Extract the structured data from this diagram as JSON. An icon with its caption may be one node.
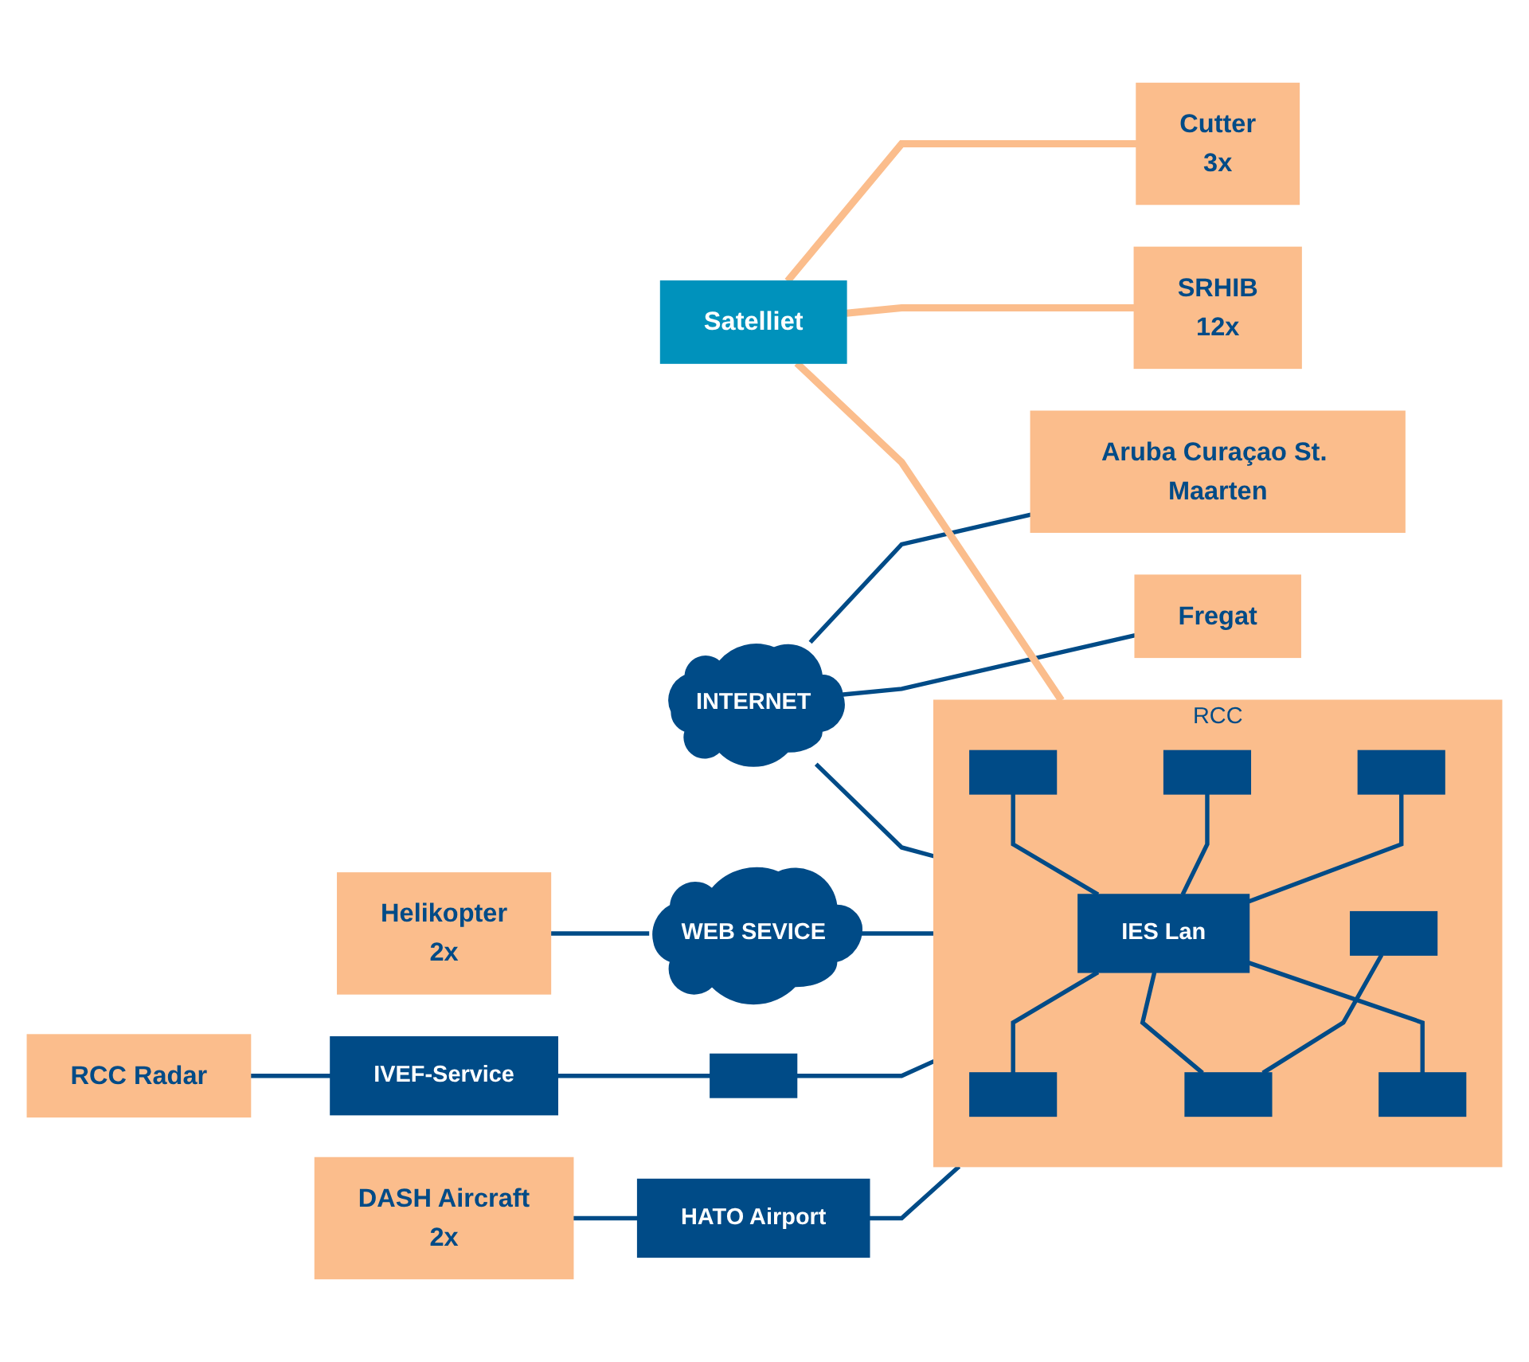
{
  "diagram": {
    "nodes": [
      {
        "text": [
          "Cutter",
          "3x"
        ]
      },
      {
        "text": [
          "SRHIB",
          "12x"
        ]
      },
      {
        "text": [
          "Helikopter",
          "2x"
        ]
      },
      {
        "text": [
          "DASH Aircraft",
          "2x"
        ]
      },
      {
        "text": [
          "RCC Radar"
        ]
      },
      {
        "text": [
          "Satelliet"
        ]
      },
      {
        "text": [
          "Aruba Curaçao St. Maarten"
        ]
      },
      {
        "text": [
          "INTERNET"
        ]
      },
      {
        "text": [
          "Fregat"
        ]
      },
      {
        "text": [
          "WEB SEVICE"
        ]
      },
      {
        "text": [
          "HATO Airport"
        ]
      },
      {
        "text": [
          "IVEF-Service"
        ]
      },
      {
        "text": [],
        "shape": "box"
      },
      {
        "text": [
          "RCC"
        ]
      },
      {
        "text": [],
        "shape": "box",
        "in": 13
      },
      {
        "text": [],
        "shape": "box",
        "in": 13
      },
      {
        "text": [],
        "shape": "box",
        "in": 13
      },
      {
        "text": [
          "IES Lan"
        ],
        "in": 13
      },
      {
        "text": [],
        "shape": "box",
        "in": 13
      },
      {
        "text": [],
        "shape": "box",
        "in": 13
      },
      {
        "text": [],
        "shape": "box",
        "in": 13
      },
      {
        "text": [],
        "shape": "box",
        "in": 13
      }
    ],
    "edges": [
      {
        "from": 5,
        "to": 0,
        "arrow": "none",
        "color": "#fbbd8c"
      },
      {
        "from": 5,
        "to": 1,
        "arrow": "none",
        "color": "#fbbd8c"
      },
      {
        "from": 5,
        "to": 13,
        "arrow": "none",
        "color": "#fbbd8c"
      },
      {
        "from": 7,
        "to": 6,
        "arrow": "none"
      },
      {
        "from": 7,
        "to": 8,
        "arrow": "none"
      },
      {
        "from": 7,
        "to": 13,
        "arrow": "none"
      },
      {
        "from": 2,
        "to": 9,
        "arrow": "none"
      },
      {
        "from": 9,
        "to": 13,
        "arrow": "none"
      },
      {
        "from": 3,
        "to": 10,
        "arrow": "none"
      },
      {
        "from": 10,
        "to": 13,
        "arrow": "none"
      },
      {
        "from": 4,
        "to": 11,
        "arrow": "none"
      },
      {
        "from": 11,
        "to": 12,
        "arrow": "none"
      },
      {
        "from": 12,
        "to": 13,
        "arrow": "none"
      },
      {
        "from": 14,
        "to": 17,
        "arrow": "none"
      },
      {
        "from": 15,
        "to": 17,
        "arrow": "none"
      },
      {
        "from": 16,
        "to": 17,
        "arrow": "none"
      },
      {
        "from": 17,
        "to": 18,
        "arrow": "none"
      },
      {
        "from": 17,
        "to": 20,
        "arrow": "none"
      },
      {
        "from": 17,
        "to": 21,
        "arrow": "none"
      },
      {
        "from": 19,
        "to": 20,
        "arrow": "none"
      }
    ]
  }
}
